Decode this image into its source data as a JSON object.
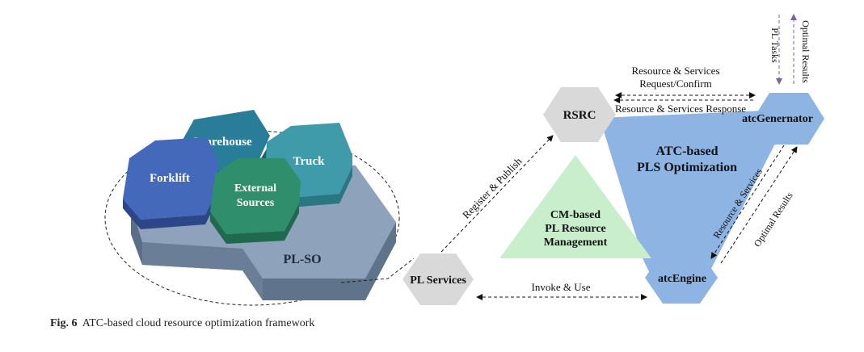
{
  "colors": {
    "blue_light": "#8eb4e3",
    "gray_hex": "#d9d9d9",
    "green_tri": "#c8eecc",
    "teal": "#2d7f9a",
    "truck": "#3b96a6",
    "forklift": "#4467b8",
    "external": "#2f8f6c",
    "platform": "#8a9fb8",
    "purple": "#7d5fa8"
  },
  "cloud": {
    "tiles": {
      "warehouse": "Warehouse",
      "truck": "Truck",
      "forklift": "Forklift",
      "external_line1": "External",
      "external_line2": "Sources"
    },
    "platform_label": "PL-SO"
  },
  "nodes": {
    "rsrc": "RSRC",
    "pl_services": "PL Services",
    "atc_generator": "atcGenernator",
    "atc_engine": "atcEngine"
  },
  "regions": {
    "atc_line1": "ATC-based",
    "atc_line2": "PLS Optimization",
    "cm_line1": "CM-based",
    "cm_line2": "PL Resource",
    "cm_line3": "Management"
  },
  "arrows": {
    "request_line1": "Resource & Services",
    "request_line2": "Request/Confirm",
    "response": "Resource & Services Response",
    "register": "Register & Publish",
    "invoke": "Invoke & Use",
    "engine_res": "Resource & Services",
    "engine_opt": "Optimal Results",
    "pl_tasks": "PL Tasks",
    "optimal_top": "Optimal Results"
  },
  "caption": {
    "label": "Fig. 6",
    "text": "ATC-based cloud resource optimization framework"
  }
}
